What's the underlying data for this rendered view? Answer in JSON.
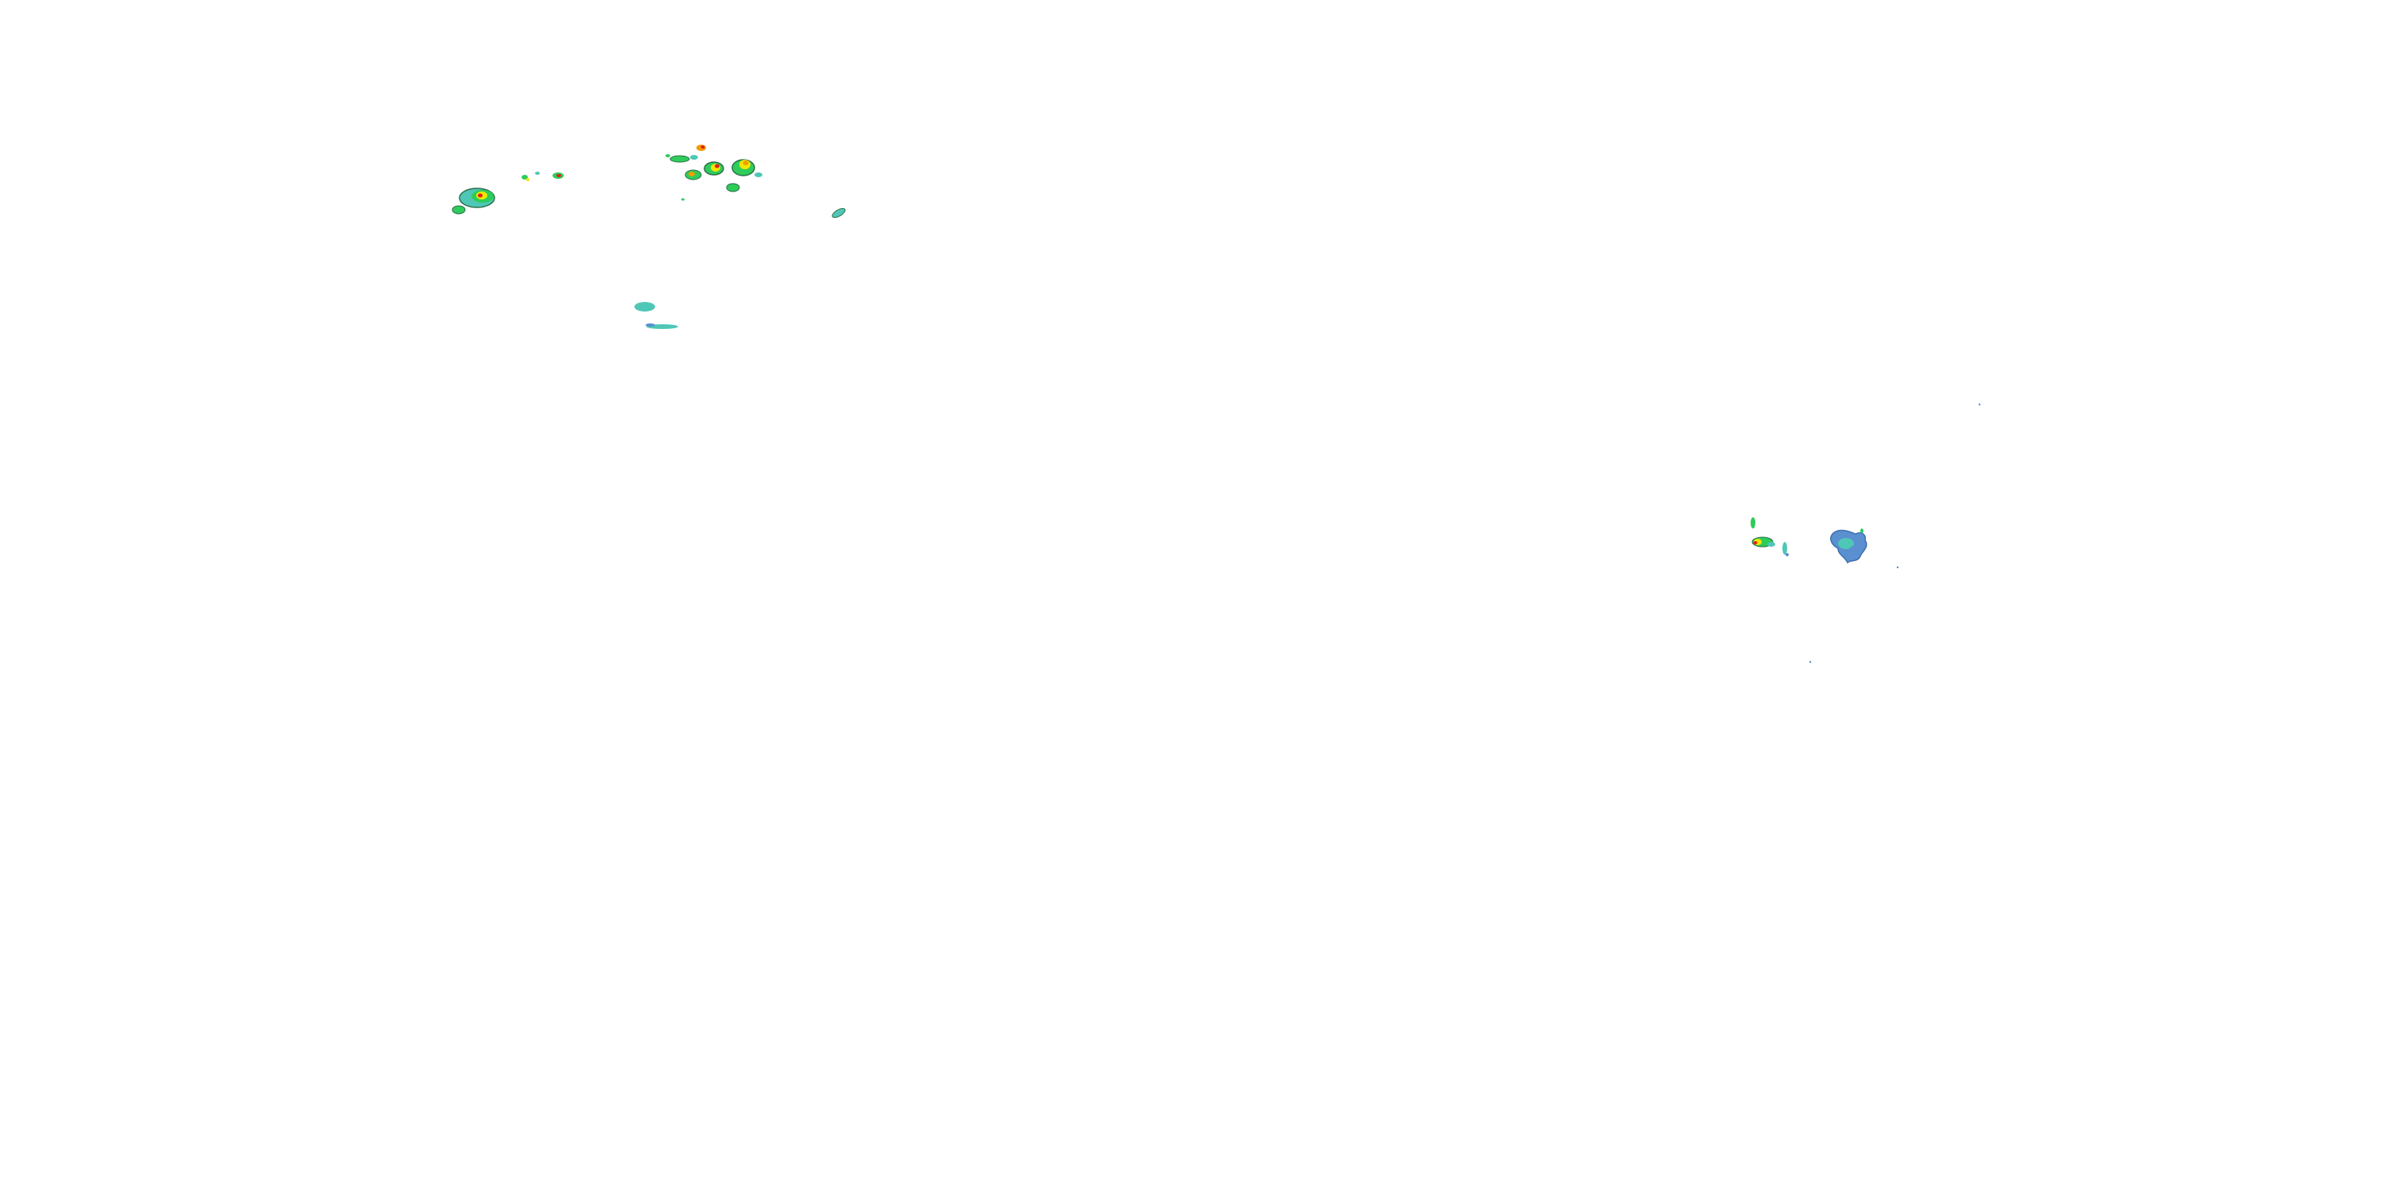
{
  "map": {
    "kind": "precipitation-radar-overlay",
    "background": "#ffffff",
    "base_layer_visible": false,
    "labels_visible": false,
    "reflectivity_palette": {
      "light": "#5a8fd0",
      "light_teal": "#4fc7b6",
      "moderate": "#2ecc5a",
      "heavy": "#f2e600",
      "very_heavy": "#f29b00",
      "extreme": "#e0201b",
      "outline": "#2a6f4a"
    },
    "echo_regions": [
      {
        "name": "north-west-cell-group",
        "intensity": "heavy"
      },
      {
        "name": "north-central-cell-group",
        "intensity": "extreme"
      },
      {
        "name": "central-west-light-bands",
        "intensity": "light_teal"
      },
      {
        "name": "east-cell-cluster",
        "intensity": "moderate"
      },
      {
        "name": "east-stratiform-patch",
        "intensity": "light"
      }
    ]
  }
}
